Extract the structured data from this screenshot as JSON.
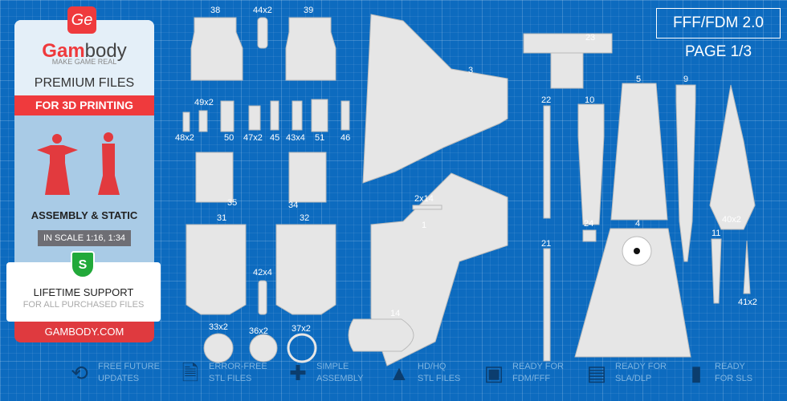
{
  "sidebar": {
    "logo_glyph": "Ge",
    "brand_red": "Gam",
    "brand_rest": "body",
    "tagline": "MAKE GAME REAL",
    "premium": "PREMIUM FILES",
    "for3d": "FOR 3D PRINTING",
    "assembly": "ASSEMBLY & STATIC",
    "scale": "IN SCALE 1:16, 1:34",
    "shield": "S",
    "support_title": "LIFETIME SUPPORT",
    "support_sub": "FOR ALL PURCHASED FILES",
    "site": "GAMBODY.COM"
  },
  "header": {
    "format": "FFF/FDM 2.0",
    "page": "PAGE 1/3"
  },
  "parts": [
    "38",
    "44x2",
    "39",
    "23",
    "3",
    "5",
    "9",
    "22",
    "10",
    "49x2",
    "48x2",
    "50",
    "47x2",
    "45",
    "43x4",
    "51",
    "46",
    "2x14",
    "35",
    "34",
    "40x2",
    "31",
    "32",
    "24",
    "4",
    "1",
    "11",
    "21",
    "42x4",
    "41x2",
    "14",
    "33x2",
    "36x2",
    "37x2"
  ],
  "features": [
    {
      "icon": "refresh-icon",
      "l1": "FREE FUTURE",
      "l2": "UPDATES"
    },
    {
      "icon": "file-check-icon",
      "l1": "ERROR-FREE",
      "l2": "STL FILES"
    },
    {
      "icon": "puzzle-icon",
      "l1": "SIMPLE",
      "l2": "ASSEMBLY"
    },
    {
      "icon": "bust-icon",
      "l1": "HD/HQ",
      "l2": "STL FILES"
    },
    {
      "icon": "fdm-printer-icon",
      "l1": "READY FOR",
      "l2": "FDM/FFF"
    },
    {
      "icon": "sla-printer-icon",
      "l1": "READY FOR",
      "l2": "SLA/DLP"
    },
    {
      "icon": "sls-printer-icon",
      "l1": "READY",
      "l2": "FOR SLS"
    }
  ],
  "colors": {
    "background": "#0d6bbf",
    "accent": "#ef3a3d",
    "shield": "#22a93a"
  }
}
